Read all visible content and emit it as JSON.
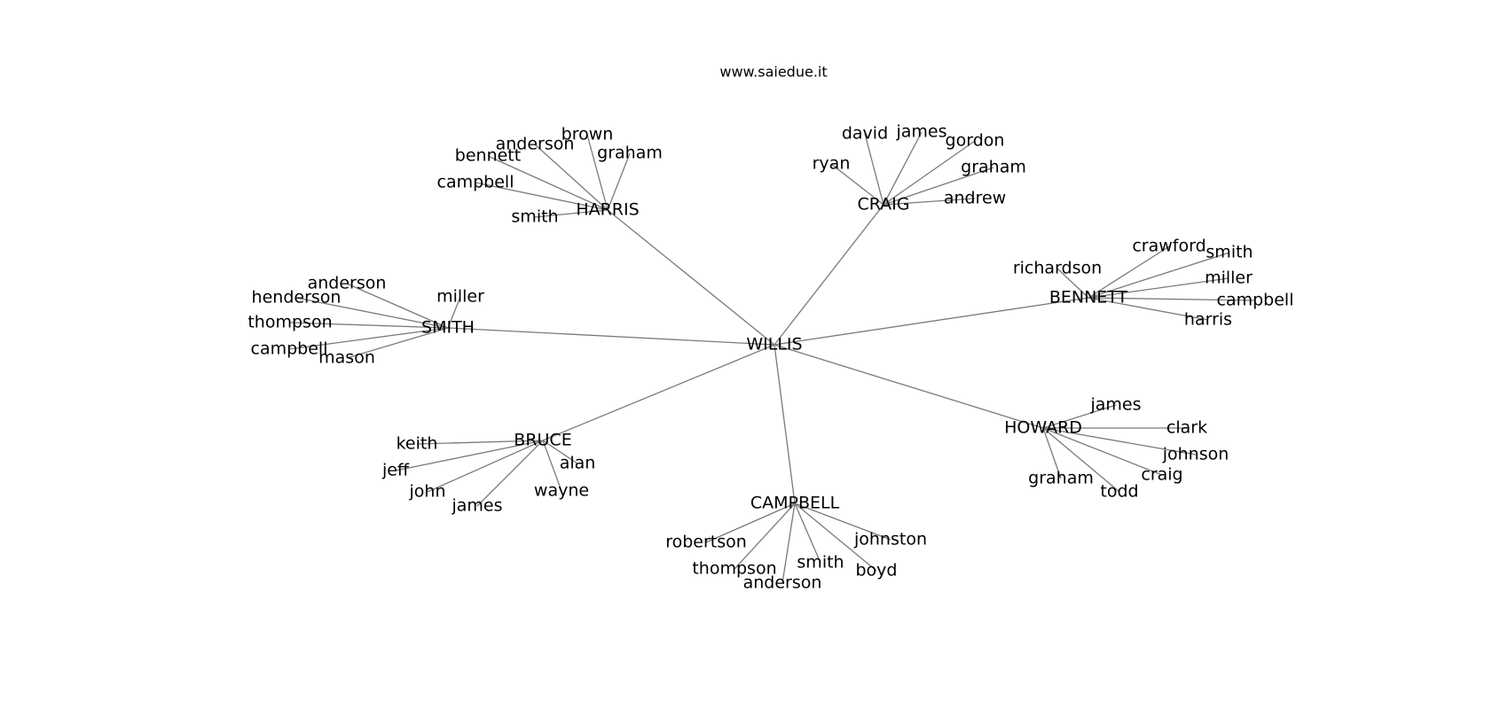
{
  "title": "www.saiedue.it",
  "root": "WILLIS",
  "groups": [
    {
      "name": "HARRIS",
      "children": [
        "brown",
        "anderson",
        "bennett",
        "graham",
        "campbell",
        "smith"
      ]
    },
    {
      "name": "CRAIG",
      "children": [
        "david",
        "james",
        "gordon",
        "ryan",
        "graham",
        "andrew"
      ]
    },
    {
      "name": "BENNETT",
      "children": [
        "crawford",
        "smith",
        "richardson",
        "miller",
        "campbell",
        "harris"
      ]
    },
    {
      "name": "SMITH",
      "children": [
        "anderson",
        "henderson",
        "miller",
        "thompson",
        "campbell",
        "mason"
      ]
    },
    {
      "name": "HOWARD",
      "children": [
        "james",
        "clark",
        "johnson",
        "craig",
        "graham",
        "todd"
      ]
    },
    {
      "name": "BRUCE",
      "children": [
        "keith",
        "jeff",
        "alan",
        "john",
        "wayne",
        "james"
      ]
    },
    {
      "name": "CAMPBELL",
      "children": [
        "robertson",
        "johnston",
        "smith",
        "thompson",
        "boyd",
        "anderson"
      ]
    }
  ]
}
